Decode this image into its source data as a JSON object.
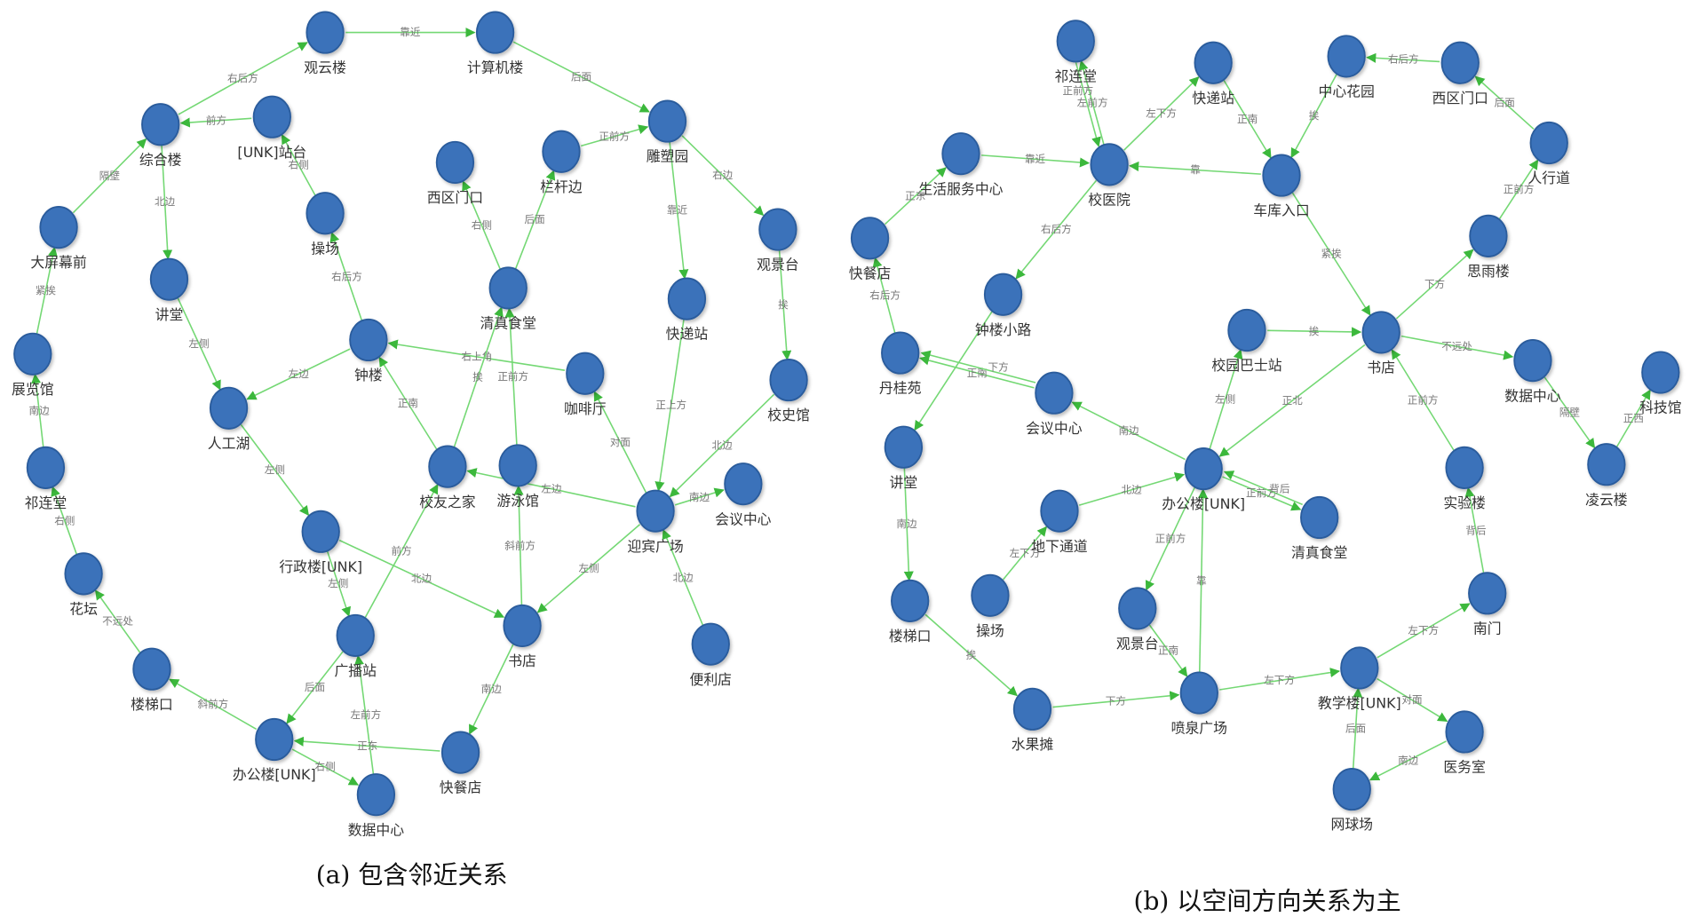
{
  "colors": {
    "node": "#3a72ba",
    "edge": "#74d874",
    "arrow": "#3cb83c"
  },
  "graphs": [
    {
      "caption": "(a) 包含邻近关系",
      "nodes": [
        "观云楼",
        "计算机楼",
        "综合楼",
        "[UNK]站台",
        "雕塑园",
        "栏杆边",
        "西区门口",
        "大屏幕前",
        "操场",
        "讲堂",
        "观景台",
        "快递站",
        "清真食堂",
        "展览馆",
        "钟楼",
        "咖啡厅",
        "校史馆",
        "人工湖",
        "祁连堂",
        "校友之家",
        "游泳馆",
        "迎宾广场",
        "会议中心",
        "行政楼[UNK]",
        "花坛",
        "广播站",
        "书店",
        "便利店",
        "楼梯口",
        "办公楼[UNK]",
        "快餐店",
        "数据中心"
      ],
      "edges": [
        {
          "from": 0,
          "to": 1,
          "label": "靠近"
        },
        {
          "from": 2,
          "to": 0,
          "label": "右后方"
        },
        {
          "from": 3,
          "to": 2,
          "label": "前方"
        },
        {
          "from": 1,
          "to": 4,
          "label": "后面"
        },
        {
          "from": 5,
          "to": 4,
          "label": "正前方"
        },
        {
          "from": 7,
          "to": 2,
          "label": "隔壁"
        },
        {
          "from": 2,
          "to": 9,
          "label": "北边"
        },
        {
          "from": 8,
          "to": 3,
          "label": "右侧"
        },
        {
          "from": 14,
          "to": 8,
          "label": "右后方"
        },
        {
          "from": 12,
          "to": 6,
          "label": "右侧"
        },
        {
          "from": 12,
          "to": 5,
          "label": "后面"
        },
        {
          "from": 4,
          "to": 11,
          "label": "靠近"
        },
        {
          "from": 4,
          "to": 10,
          "label": "右边"
        },
        {
          "from": 10,
          "to": 16,
          "label": "挨"
        },
        {
          "from": 13,
          "to": 7,
          "label": "紧挨"
        },
        {
          "from": 18,
          "to": 13,
          "label": "南边"
        },
        {
          "from": 9,
          "to": 17,
          "label": "左侧"
        },
        {
          "from": 14,
          "to": 17,
          "label": "左边"
        },
        {
          "from": 15,
          "to": 14,
          "label": "右上角"
        },
        {
          "from": 19,
          "to": 14,
          "label": "正南"
        },
        {
          "from": 19,
          "to": 12,
          "label": "挨"
        },
        {
          "from": 20,
          "to": 12,
          "label": "正前方"
        },
        {
          "from": 11,
          "to": 21,
          "label": "正上方"
        },
        {
          "from": 21,
          "to": 15,
          "label": "对面"
        },
        {
          "from": 16,
          "to": 21,
          "label": "北边"
        },
        {
          "from": 21,
          "to": 19,
          "label": "左边"
        },
        {
          "from": 21,
          "to": 22,
          "label": "南边"
        },
        {
          "from": 17,
          "to": 23,
          "label": "左侧"
        },
        {
          "from": 24,
          "to": 18,
          "label": "右侧"
        },
        {
          "from": 23,
          "to": 25,
          "label": "左侧"
        },
        {
          "from": 23,
          "to": 26,
          "label": "北边"
        },
        {
          "from": 26,
          "to": 20,
          "label": "斜前方"
        },
        {
          "from": 21,
          "to": 26,
          "label": "左侧"
        },
        {
          "from": 25,
          "to": 19,
          "label": "前方"
        },
        {
          "from": 27,
          "to": 21,
          "label": "北边"
        },
        {
          "from": 28,
          "to": 24,
          "label": "不远处"
        },
        {
          "from": 25,
          "to": 29,
          "label": "后面"
        },
        {
          "from": 29,
          "to": 28,
          "label": "斜前方"
        },
        {
          "from": 31,
          "to": 25,
          "label": "左前方"
        },
        {
          "from": 26,
          "to": 30,
          "label": "南边"
        },
        {
          "from": 30,
          "to": 29,
          "label": "正东"
        },
        {
          "from": 29,
          "to": 31,
          "label": "右侧"
        }
      ]
    },
    {
      "caption": "(b) 以空间方向关系为主",
      "nodes": [
        "祁连堂",
        "快递站",
        "中心花园",
        "西区门口",
        "生活服务中心",
        "校医院",
        "车库入口",
        "人行道",
        "快餐店",
        "思雨楼",
        "钟楼小路",
        "校园巴士站",
        "书店",
        "丹桂苑",
        "数据中心",
        "科技馆",
        "会议中心",
        "讲堂",
        "办公楼[UNK]",
        "实验楼",
        "凌云楼",
        "地下通道",
        "清真食堂",
        "操场",
        "楼梯口",
        "南门",
        "观景台",
        "教学楼[UNK]",
        "喷泉广场",
        "水果摊",
        "医务室",
        "网球场"
      ],
      "edges": [
        {
          "from": 5,
          "to": 0,
          "label": "左前方"
        },
        {
          "from": 0,
          "to": 5,
          "label": "正前方"
        },
        {
          "from": 5,
          "to": 1,
          "label": "左下方"
        },
        {
          "from": 1,
          "to": 6,
          "label": "正南"
        },
        {
          "from": 2,
          "to": 6,
          "label": "挨"
        },
        {
          "from": 3,
          "to": 2,
          "label": "右后方"
        },
        {
          "from": 7,
          "to": 3,
          "label": "后面"
        },
        {
          "from": 4,
          "to": 5,
          "label": "靠近"
        },
        {
          "from": 6,
          "to": 5,
          "label": "靠"
        },
        {
          "from": 8,
          "to": 4,
          "label": "正东"
        },
        {
          "from": 5,
          "to": 10,
          "label": "右后方"
        },
        {
          "from": 13,
          "to": 8,
          "label": "右后方"
        },
        {
          "from": 6,
          "to": 12,
          "label": "紧挨"
        },
        {
          "from": 12,
          "to": 9,
          "label": "下方"
        },
        {
          "from": 9,
          "to": 7,
          "label": "正前方"
        },
        {
          "from": 11,
          "to": 12,
          "label": "挨"
        },
        {
          "from": 12,
          "to": 14,
          "label": "不远处"
        },
        {
          "from": 14,
          "to": 20,
          "label": "隔壁"
        },
        {
          "from": 20,
          "to": 15,
          "label": "正西"
        },
        {
          "from": 16,
          "to": 13,
          "label": "正南"
        },
        {
          "from": 16,
          "to": 13,
          "label": "下方"
        },
        {
          "from": 10,
          "to": 17,
          "label": ""
        },
        {
          "from": 18,
          "to": 16,
          "label": "南边"
        },
        {
          "from": 18,
          "to": 11,
          "label": "左侧"
        },
        {
          "from": 12,
          "to": 18,
          "label": "正北"
        },
        {
          "from": 19,
          "to": 12,
          "label": "正前方"
        },
        {
          "from": 21,
          "to": 18,
          "label": "北边"
        },
        {
          "from": 18,
          "to": 22,
          "label": "正前方"
        },
        {
          "from": 22,
          "to": 18,
          "label": "背后"
        },
        {
          "from": 23,
          "to": 21,
          "label": "左下方"
        },
        {
          "from": 17,
          "to": 24,
          "label": "南边"
        },
        {
          "from": 18,
          "to": 26,
          "label": "正前方"
        },
        {
          "from": 28,
          "to": 18,
          "label": "靠"
        },
        {
          "from": 25,
          "to": 19,
          "label": "背后"
        },
        {
          "from": 24,
          "to": 29,
          "label": "挨"
        },
        {
          "from": 29,
          "to": 28,
          "label": "下方"
        },
        {
          "from": 26,
          "to": 28,
          "label": "正南"
        },
        {
          "from": 28,
          "to": 27,
          "label": "左下方"
        },
        {
          "from": 27,
          "to": 25,
          "label": "左下方"
        },
        {
          "from": 27,
          "to": 30,
          "label": "对面"
        },
        {
          "from": 30,
          "to": 31,
          "label": "南边"
        },
        {
          "from": 31,
          "to": 27,
          "label": "后面"
        }
      ]
    }
  ]
}
